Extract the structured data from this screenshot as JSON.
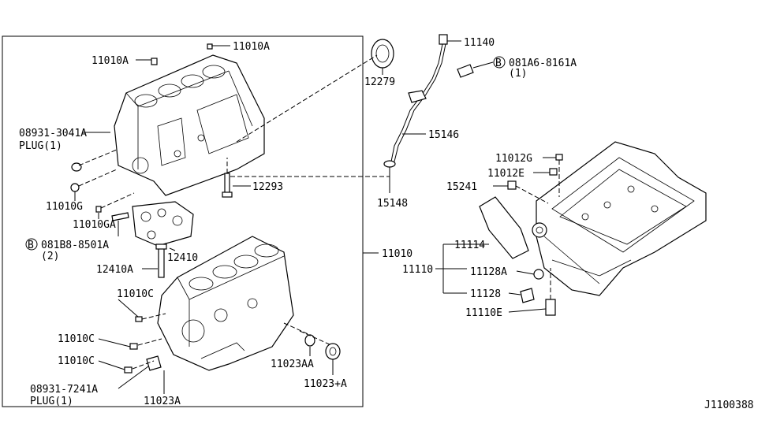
{
  "diagram_id": "J1100388",
  "labels": {
    "p11010A_top": "11010A",
    "p11010A_left": "11010A",
    "p08931_3041A": "08931-3041A",
    "plug1_top": "PLUG(1)",
    "p11010G": "11010G",
    "p11010GA": "11010GA",
    "bolt_b_circle_1": "B",
    "p081B8": "081B8-8501A",
    "qty_2": "(2)",
    "p12410": "12410",
    "p12410A": "12410A",
    "p12293": "12293",
    "p12279": "12279",
    "p11140": "11140",
    "bolt_b_circle_2": "B",
    "p081A6": "081A6-8161A",
    "qty_1": "(1)",
    "p15146": "15146",
    "p15148": "15148",
    "p11010": "11010",
    "p11010C_1": "11010C",
    "p11010C_2": "11010C",
    "p11010C_3": "11010C",
    "p08931_7241A": "08931-7241A",
    "plug1_bottom": "PLUG(1)",
    "p11023A": "11023A",
    "p11023AA": "11023AA",
    "p11023plusA": "11023+A",
    "p11012G": "11012G",
    "p11012E": "11012E",
    "p15241": "15241",
    "p11114": "11114",
    "p11110": "11110",
    "p11128A": "11128A",
    "p11128": "11128",
    "p11110E": "11110E"
  }
}
